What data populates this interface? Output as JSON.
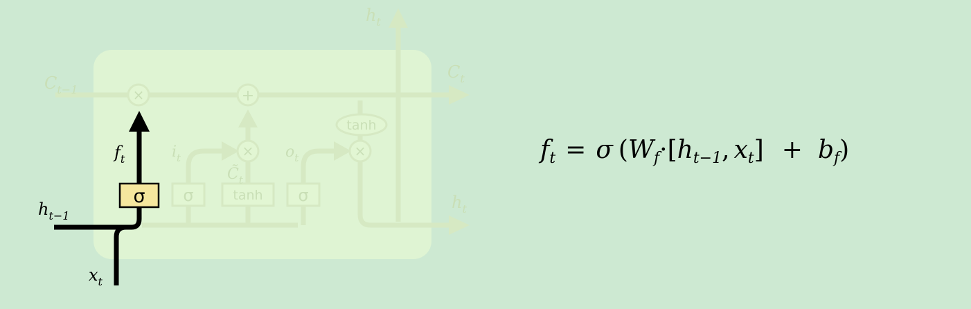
{
  "labels": {
    "c_prev": "C",
    "c_prev_sub": "t−1",
    "c_next": "C",
    "c_next_sub": "t",
    "h_out_top": "h",
    "h_out_top_sub": "t",
    "h_out_right": "h",
    "h_out_right_sub": "t",
    "f_t": "f",
    "f_t_sub": "t",
    "i_t": "i",
    "i_t_sub": "t",
    "o_t": "o",
    "o_t_sub": "t",
    "c_tilde": "C̃",
    "c_tilde_sub": "t",
    "h_prev": "h",
    "h_prev_sub": "t−1",
    "x_t": "x",
    "x_t_sub": "t"
  },
  "gates": {
    "forget_sigma": "σ",
    "input_sigma": "σ",
    "candidate_tanh": "tanh",
    "output_sigma": "σ",
    "cell_tanh": "tanh"
  },
  "ops": {
    "mult": "×",
    "add": "+"
  },
  "equation": {
    "lhs": "f",
    "lhs_sub": "t",
    "eq": "=",
    "sigma": "σ",
    "open_paren": "(",
    "w": "W",
    "w_sub": "f",
    "dot": "·",
    "bracket_open": "[",
    "h": "h",
    "h_sub": "t−1",
    "comma": ",",
    "x": "x",
    "x_sub": "t",
    "bracket_close": "]",
    "plus": "+",
    "b": "b",
    "b_sub": "f",
    "close_paren": ")"
  },
  "colors": {
    "background": "#cde9d2",
    "cell_fill": "#e2f6d3",
    "highlight_gate": "#f5e79e",
    "highlight_line": "#000000"
  }
}
